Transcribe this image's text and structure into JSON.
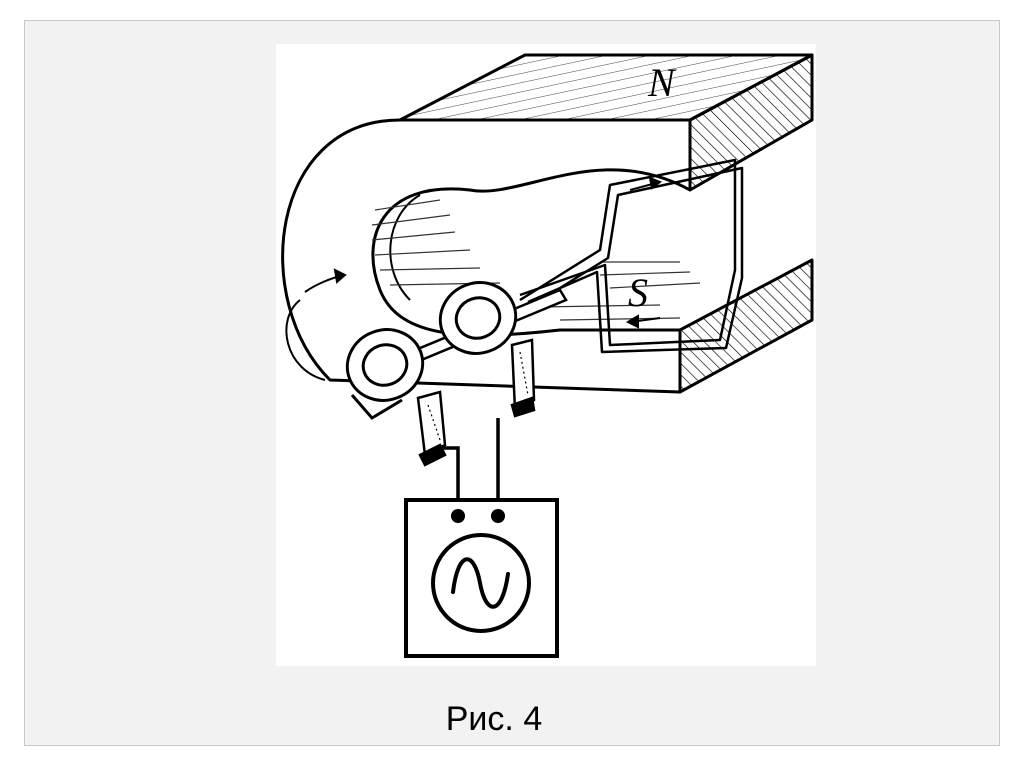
{
  "diagram": {
    "pole_north": "N",
    "pole_south": "S",
    "caption": "Рис.  4"
  }
}
